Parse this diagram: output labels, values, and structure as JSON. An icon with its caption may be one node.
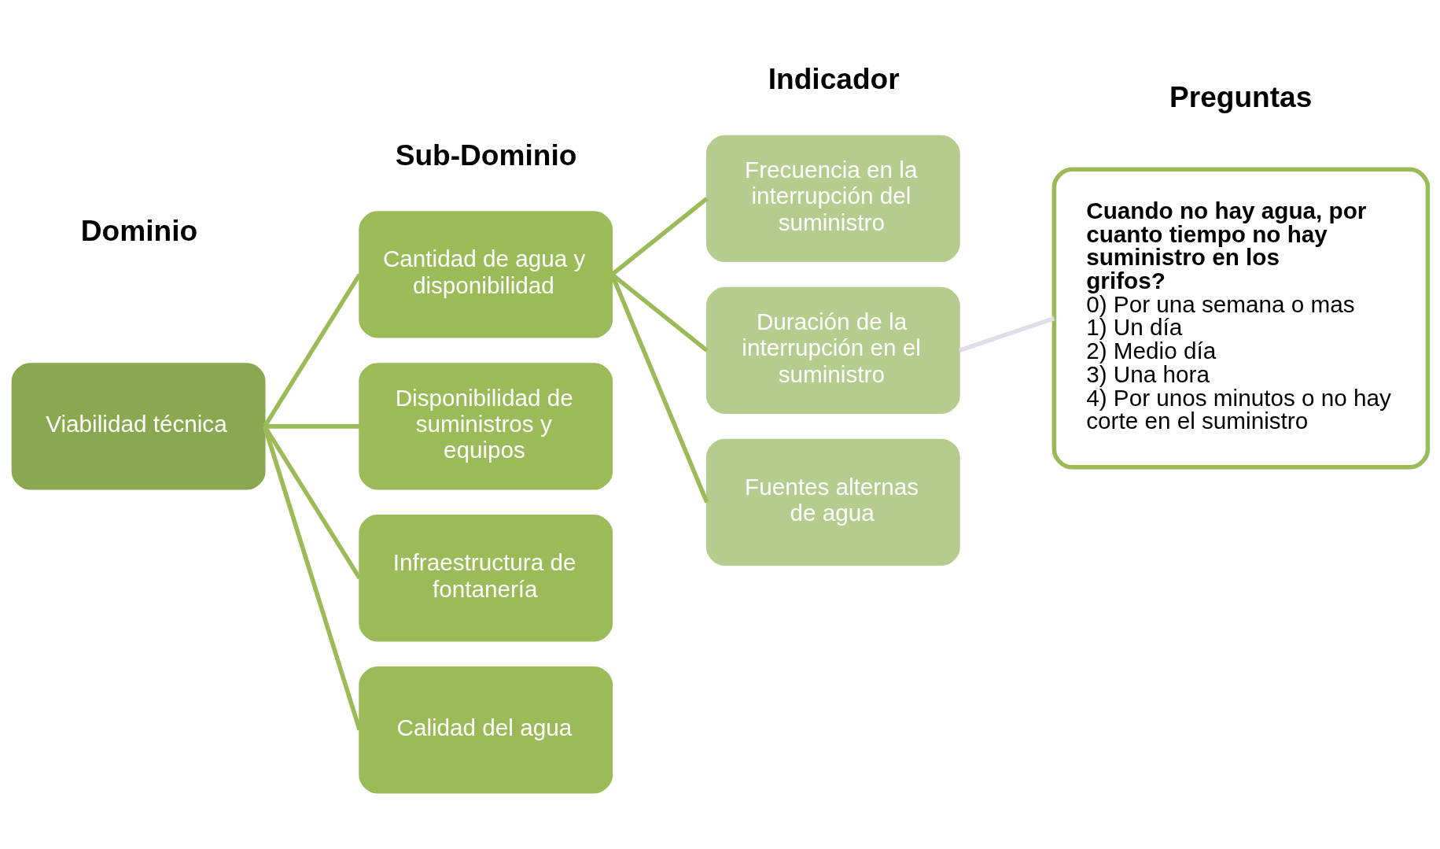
{
  "diagram": {
    "nodes": [
      {
        "text": [
          "Viabilidad técnica"
        ]
      },
      {
        "text": [
          "Cantidad de agua y disponibilidad"
        ]
      },
      {
        "text": [
          "Disponibilidad de suministros y equipos"
        ]
      },
      {
        "text": [
          "Infraestructura de fontanería"
        ]
      },
      {
        "text": [
          "Calidad del agua"
        ]
      },
      {
        "text": [
          "Frecuencia en la interrupción del suministro"
        ]
      },
      {
        "text": [
          "Duración de la interrupción en el suministro"
        ]
      },
      {
        "text": [
          "Fuentes alternas de agua"
        ]
      },
      {
        "text": [
          "Cuando no hay agua, por cuanto tiempo no hay suministro en los grifos?",
          "0) Por una semana o mas",
          "1) Un día",
          "2) Medio día",
          "3) Una hora",
          "4) Por unos minutos o no hay corte en el suministro"
        ]
      }
    ],
    "edges": [
      {
        "from": 0,
        "to": 1,
        "arrow": "none"
      },
      {
        "from": 0,
        "to": 2,
        "arrow": "none"
      },
      {
        "from": 0,
        "to": 3,
        "arrow": "none"
      },
      {
        "from": 0,
        "to": 4,
        "arrow": "none"
      },
      {
        "from": 1,
        "to": 5,
        "arrow": "none"
      },
      {
        "from": 1,
        "to": 6,
        "arrow": "none"
      },
      {
        "from": 1,
        "to": 7,
        "arrow": "none"
      },
      {
        "from": 6,
        "to": 8,
        "arrow": "none",
        "color": "#e0dcea"
      }
    ],
    "labels": [
      "Dominio",
      "Sub-Dominio",
      "Indicador",
      "Preguntas"
    ]
  }
}
